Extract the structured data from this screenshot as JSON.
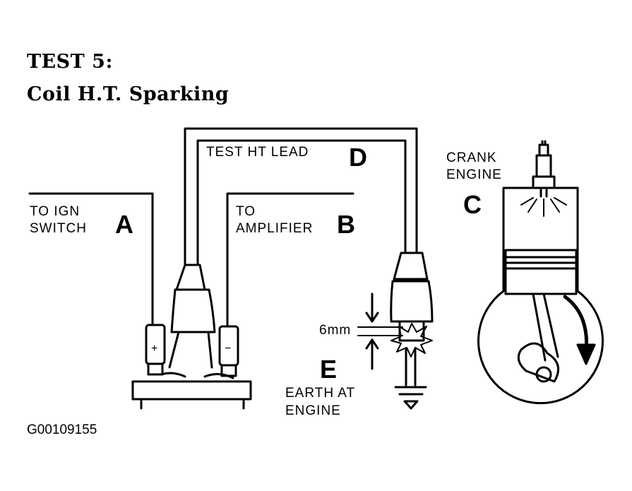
{
  "heading": {
    "line1": "TEST 5:",
    "line2": "Coil H.T. Sparking"
  },
  "labels": {
    "ign_switch_1": "TO IGN",
    "ign_switch_2": "SWITCH",
    "letter_a": "A",
    "amplifier_1": "TO",
    "amplifier_2": "AMPLIFIER",
    "letter_b": "B",
    "test_ht_lead": "TEST HT LEAD",
    "letter_d": "D",
    "crank_1": "CRANK",
    "crank_2": "ENGINE",
    "letter_c": "C",
    "gap": "6mm",
    "letter_e": "E",
    "earth_1": "EARTH AT",
    "earth_2": "ENGINE",
    "plus": "+",
    "minus": "−"
  },
  "figure_code": "G00109155"
}
